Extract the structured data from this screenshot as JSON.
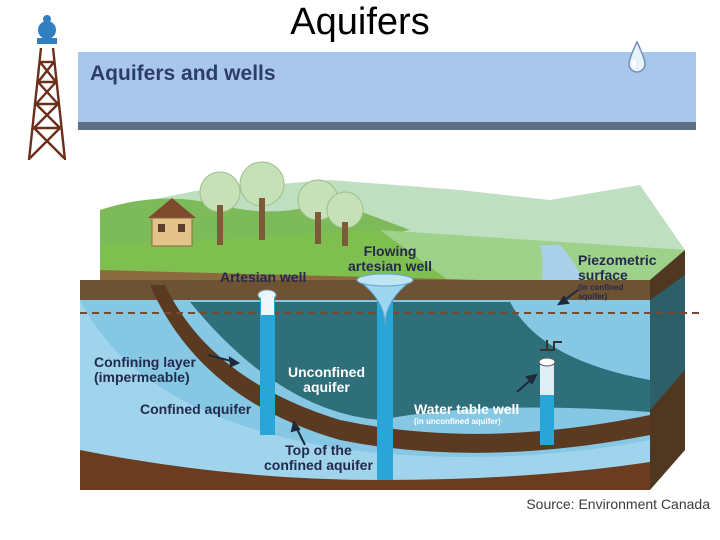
{
  "slide": {
    "title": "Aquifers"
  },
  "banner": {
    "title": "Aquifers and wells"
  },
  "labels": {
    "artesian_well": "Artesian well",
    "flowing_artesian_well_1": "Flowing",
    "flowing_artesian_well_2": "artesian well",
    "piezometric_1": "Piezometric",
    "piezometric_2": "surface",
    "piezometric_note_1": "(in confined",
    "piezometric_note_2": "aquifer)",
    "confining_layer_1": "Confining layer",
    "confining_layer_2": "(impermeable)",
    "unconfined_aquifer_1": "Unconfined",
    "unconfined_aquifer_2": "aquifer",
    "confined_aquifer": "Confined aquifer",
    "top_confined_1": "Top of the",
    "top_confined_2": "confined aquifer",
    "water_table_well": "Water table well",
    "water_table_well_note": "(in unconfined aquifer)"
  },
  "source": "Source: Environment Canada",
  "colors": {
    "banner": "#a9c7ea",
    "grass": "#7fbf4f",
    "soil": "#6b4a2b",
    "aquifer": "#86c8e4",
    "unconfined": "#2f6f7a",
    "well": "#2aa5d8"
  }
}
